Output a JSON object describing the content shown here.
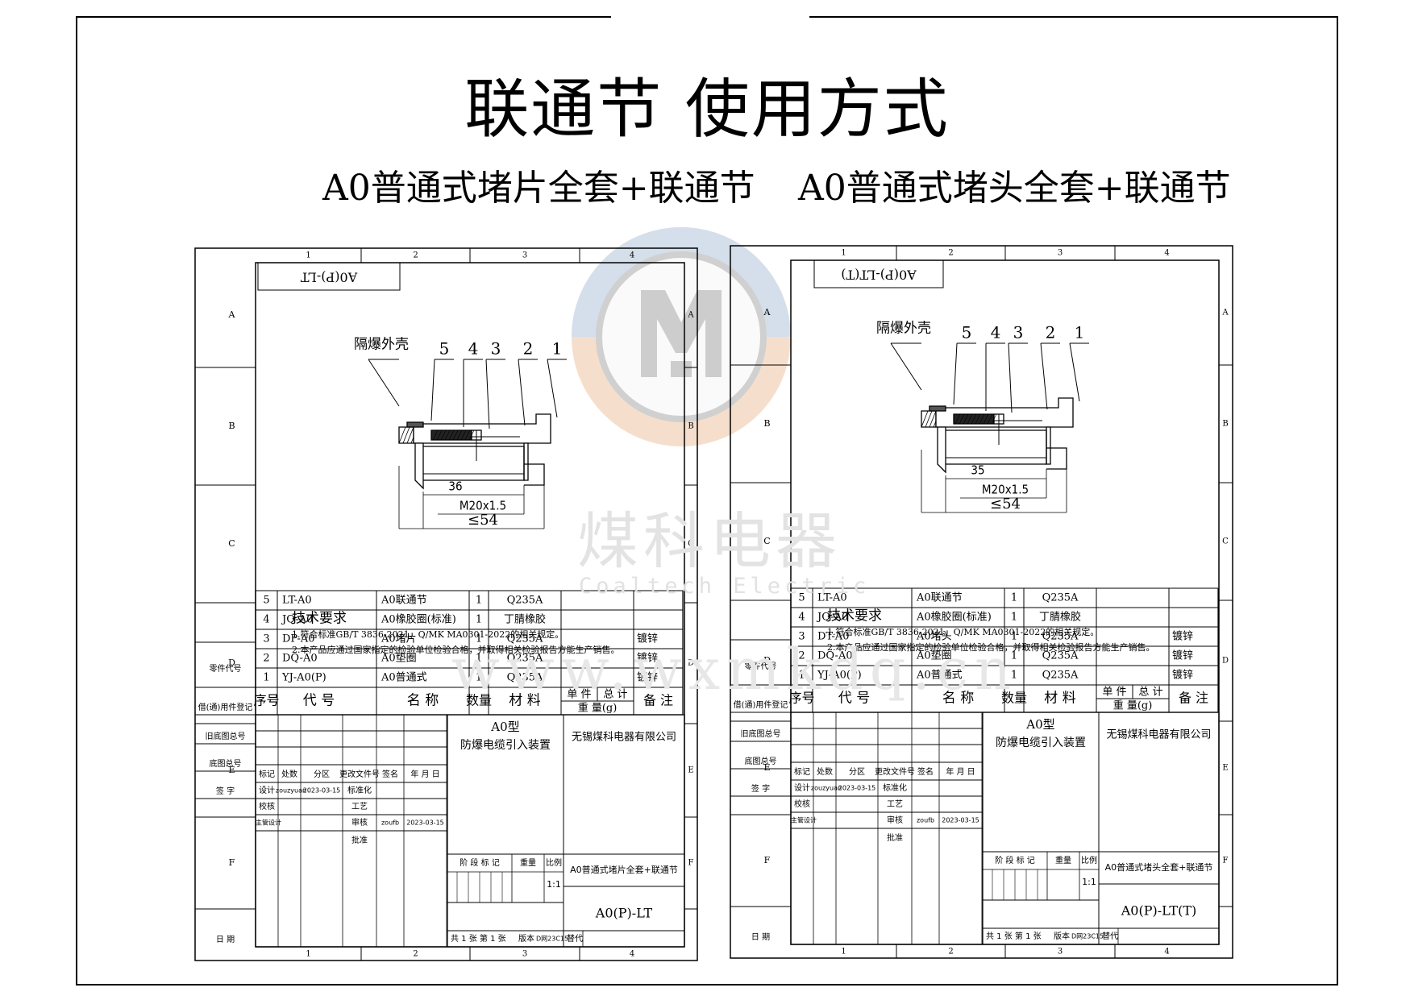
{
  "title": "联通节 使用方式",
  "watermark": {
    "cn": "煤科电器",
    "en": "Coaltech Electric",
    "url": "www.wxmkdq.cn"
  },
  "colors": {
    "line": "#000000",
    "logo_blue": "#d4dfeb",
    "logo_orange": "#f5dfcc",
    "logo_gray": "#cdcdcd",
    "watermark": "#e3e3e3"
  },
  "drawings": [
    {
      "subtitle": "A0普通式堵片全套+联通节",
      "code_box": "A0(P)-LT",
      "housing_label": "隔爆外壳",
      "callouts": [
        "5",
        "4",
        "3",
        "2",
        "1"
      ],
      "dims": {
        "len": "36",
        "thread": "M20x1.5",
        "max": "≤54"
      },
      "col_labels": [
        "1",
        "2",
        "3",
        "4"
      ],
      "row_labels": [
        "A",
        "B",
        "C",
        "D",
        "E",
        "F"
      ],
      "tech_title": "技术要求",
      "tech_lines": [
        "1.符合标准GB/T 3836-2021、Q/MK MA0301-2022的相关规定。",
        "2.本产品应通过国家指定的检验单位检验合格，并取得相关检验报告方能生产销售。"
      ],
      "bom": [
        {
          "no": "5",
          "code": "LT-A0",
          "name": "A0联通节",
          "qty": "1",
          "mat": "Q235A",
          "note": ""
        },
        {
          "no": "4",
          "code": "JQ-A0",
          "name": "A0橡胶圈(标准)",
          "qty": "1",
          "mat": "丁腈橡胶",
          "note": ""
        },
        {
          "no": "3",
          "code": "DP-A0",
          "name": "A0堵片",
          "qty": "1",
          "mat": "Q235A",
          "note": "镀锌"
        },
        {
          "no": "2",
          "code": "DQ-A0",
          "name": "A0垫圈",
          "qty": "1",
          "mat": "Q235A",
          "note": "镀锌"
        },
        {
          "no": "1",
          "code": "YJ-A0(P)",
          "name": "A0普通式",
          "qty": "1",
          "mat": "Q235A",
          "note": "镀锌"
        }
      ],
      "header": {
        "no": "序号",
        "code": "代  号",
        "name": "名  称",
        "qty": "数量",
        "mat": "材  料",
        "unit": "单 件",
        "total": "总 计",
        "weight": "重 量(g)",
        "note": "备 注"
      },
      "side": [
        "零件代号",
        "借(通)用件登记",
        "旧底图总号",
        "底图总号",
        "签  字",
        "日  期"
      ],
      "tb": {
        "model": "A0型",
        "model_name": "防爆电缆引入装置",
        "company": "无锡煤科电器有限公司",
        "drawing_name": "A0普通式堵片全套+联通节",
        "drawing_no": "A0(P)-LT",
        "stage": "阶 段 标 记",
        "weight": "重量",
        "scale_label": "比例",
        "scale": "1:1",
        "h": [
          "标记",
          "处数",
          "分区",
          "更改文件号",
          "签名",
          "年 月 日"
        ],
        "design": "设计",
        "designer": "zouzyuan",
        "date1": "2023-03-15",
        "std": "标准化",
        "check": "校核",
        "craft": "工艺",
        "chief": "主管设计",
        "review": "审核",
        "reviewer": "zoufb",
        "date2": "2023-03-15",
        "approve": "批准",
        "sheets": "共 1 张  第 1 张",
        "version_label": "版本",
        "version": "D网23C15",
        "replace": "替代"
      }
    },
    {
      "subtitle": "A0普通式堵头全套+联通节",
      "code_box": "A0(P)-LT(T)",
      "housing_label": "隔爆外壳",
      "callouts": [
        "5",
        "4",
        "3",
        "2",
        "1"
      ],
      "dims": {
        "len": "35",
        "thread": "M20x1.5",
        "max": "≤54"
      },
      "col_labels": [
        "1",
        "2",
        "3",
        "4"
      ],
      "row_labels": [
        "A",
        "B",
        "C",
        "D",
        "E",
        "F"
      ],
      "tech_title": "技术要求",
      "tech_lines": [
        "1.符合标准GB/T 3836-2021、Q/MK MA0301-2022的相关规定。",
        "2.本产品应通过国家指定的检验单位检验合格，并取得相关检验报告方能生产销售。"
      ],
      "bom": [
        {
          "no": "5",
          "code": "LT-A0",
          "name": "A0联通节",
          "qty": "1",
          "mat": "Q235A",
          "note": ""
        },
        {
          "no": "4",
          "code": "JQ-A0",
          "name": "A0橡胶圈(标准)",
          "qty": "1",
          "mat": "丁腈橡胶",
          "note": ""
        },
        {
          "no": "3",
          "code": "DT-A0",
          "name": "A0堵头",
          "qty": "1",
          "mat": "Q235A",
          "note": "镀锌"
        },
        {
          "no": "2",
          "code": "DQ-A0",
          "name": "A0垫圈",
          "qty": "1",
          "mat": "Q235A",
          "note": "镀锌"
        },
        {
          "no": "1",
          "code": "YJ-A0(P)",
          "name": "A0普通式",
          "qty": "1",
          "mat": "Q235A",
          "note": "镀锌"
        }
      ],
      "header": {
        "no": "序号",
        "code": "代  号",
        "name": "名  称",
        "qty": "数量",
        "mat": "材  料",
        "unit": "单 件",
        "total": "总 计",
        "weight": "重 量(g)",
        "note": "备 注"
      },
      "side": [
        "零件代号",
        "借(通)用件登记",
        "旧底图总号",
        "底图总号",
        "签  字",
        "日  期"
      ],
      "tb": {
        "model": "A0型",
        "model_name": "防爆电缆引入装置",
        "company": "无锡煤科电器有限公司",
        "drawing_name": "A0普通式堵头全套+联通节",
        "drawing_no": "A0(P)-LT(T)",
        "stage": "阶 段 标 记",
        "weight": "重量",
        "scale_label": "比例",
        "scale": "1:1",
        "h": [
          "标记",
          "处数",
          "分区",
          "更改文件号",
          "签名",
          "年 月 日"
        ],
        "design": "设计",
        "designer": "zouzyuan",
        "date1": "2023-03-15",
        "std": "标准化",
        "check": "校核",
        "craft": "工艺",
        "chief": "主管设计",
        "review": "审核",
        "reviewer": "zoufb",
        "date2": "2023-03-15",
        "approve": "批准",
        "sheets": "共 1 张  第 1 张",
        "version_label": "版本",
        "version": "D网23C15",
        "replace": "替代"
      }
    }
  ]
}
